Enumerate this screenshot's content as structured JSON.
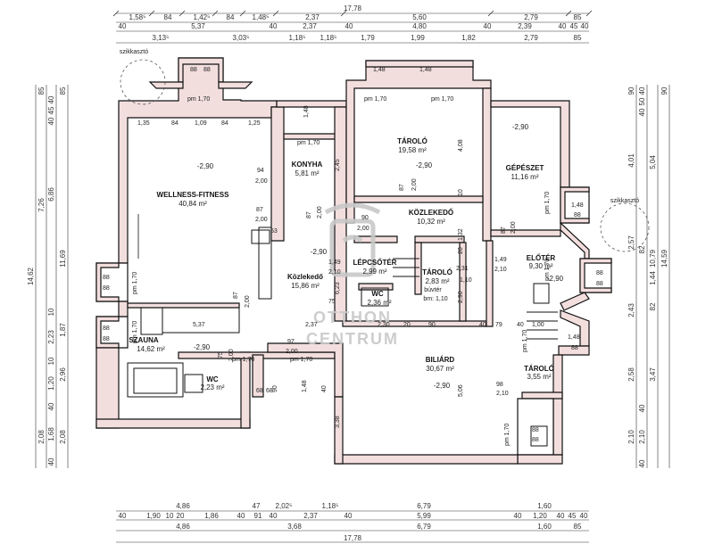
{
  "dims_top": {
    "total": "17,78",
    "row1": [
      "1,58⁵",
      "84",
      "1,42⁵",
      "84",
      "1,48⁵",
      "2,37",
      "5,60",
      "2,79",
      "85"
    ],
    "row2": [
      "40",
      "5,37",
      "40",
      "2,37",
      "40",
      "4,80",
      "40",
      "2,39",
      "40",
      "45",
      "40"
    ],
    "row3": [
      "3,13⁵",
      "3,03⁵",
      "1,18⁵",
      "1,18⁵",
      "1,79",
      "1,99",
      "1,82",
      "2,79",
      "85"
    ]
  },
  "dims_bottom": {
    "total": "17,78",
    "row1": [
      "4,86",
      "47",
      "2,02⁵",
      "1,18⁵",
      "6,79",
      "1,60"
    ],
    "row2": [
      "40",
      "1,90",
      "10",
      "20",
      "1,86",
      "40",
      "91",
      "40",
      "2,37",
      "40",
      "5,99",
      "40",
      "1,20",
      "40",
      "45",
      "40"
    ],
    "row3": [
      "4,86",
      "3,68",
      "6,79",
      "1,60",
      "85"
    ]
  },
  "dims_left": {
    "outer": "14,62",
    "a": [
      "85",
      "7,26",
      "11,69",
      "1,87",
      "2,08"
    ],
    "b": [
      "40",
      "45",
      "40",
      "6,86",
      "10",
      "2,23",
      "10",
      "1,20",
      "40",
      "1,68",
      "40"
    ],
    "c": [
      "85",
      "2,96",
      "2,08"
    ]
  },
  "dims_right": {
    "outer": "14,59",
    "a": [
      "90",
      "4,01",
      "2,57",
      "2,43",
      "2,58",
      "2,10"
    ],
    "b": [
      "40",
      "50",
      "40",
      "5,04",
      "10,79",
      "1,44",
      "82",
      "3,47",
      "40",
      "2,10",
      "40"
    ],
    "c": [
      "90",
      "82"
    ]
  },
  "rooms": [
    {
      "name": "WELLNESS-FITNESS",
      "area": "40,84 m²",
      "level": "-2,90"
    },
    {
      "name": "KONYHA",
      "area": "5,81 m²",
      "level": ""
    },
    {
      "name": "TÁROLÓ",
      "area": "19,58 m²",
      "level": "-2,90"
    },
    {
      "name": "GÉPÉSZET",
      "area": "11,16 m²",
      "level": "-2,90"
    },
    {
      "name": "KÖZLEKEDŐ",
      "area": "10,32 m²",
      "level": ""
    },
    {
      "name": "ELŐTÉR",
      "area": "9,30 m²",
      "level": "-2,90"
    },
    {
      "name": "LÉPCSŐTÉR",
      "area": "2,99 m²",
      "level": ""
    },
    {
      "name": "TÁROLÓ",
      "area": "2,83 m²",
      "level": ""
    },
    {
      "name": "Közlekedő",
      "area": "15,86 m²",
      "level": "-2,90"
    },
    {
      "name": "WC",
      "area": "2,36 m²",
      "level": ""
    },
    {
      "name": "SZAUNA",
      "area": "14,62 m²",
      "level": "-2,90"
    },
    {
      "name": "WC",
      "area": "2,23 m²",
      "level": ""
    },
    {
      "name": "BILIÁRD",
      "area": "30,67 m²",
      "level": "-2,90"
    },
    {
      "name": "TÁROLÓ",
      "area": "3,55 m²",
      "level": ""
    }
  ],
  "notes": {
    "szikkaszto1": "szikkasztó",
    "szikkaszto2": "szikkasztó",
    "buvoter": "búvtér",
    "buvoter_area": "bm: 1,10",
    "pm170": "pm 1,70",
    "d88": "88",
    "d148": "1,48",
    "watermark1": "OTTHON",
    "watermark2": "CENTRUM"
  },
  "labels": {
    "w1": "1,35",
    "w2": "84",
    "w3": "1,09",
    "w4": "84",
    "w5": "1,25",
    "k94": "94",
    "k200": "2,00",
    "k87": "87",
    "k200b": "2,00",
    "k245": "2,45",
    "k90": "90",
    "k200c": "2,00",
    "k87b": "87",
    "k200d": "2,00",
    "t408": "4,08",
    "t87": "87",
    "t200": "2,00",
    "t10": "10",
    "g290": "-2,90",
    "g87": "87",
    "g200": "2,00",
    "k132": "1,32",
    "k20": "20",
    "k231": "2,31",
    "k110": "1,10",
    "k290": "2,90",
    "l149": "1,49",
    "l210": "2,10",
    "l623": "6,23",
    "e149": "1,49",
    "e210": "2,10",
    "e170": "pm 1,70",
    "c53": "53",
    "c87": "87",
    "c200": "2,00",
    "c237": "2,37",
    "c75": "75",
    "c230": "2,30",
    "c20": "20",
    "c90": "90",
    "c40": "40",
    "c79": "79",
    "c40b": "40",
    "c100": "1,00",
    "s537": "5,37",
    "s97": "97",
    "s200": "2,00",
    "s75": "75",
    "s200b": "2,00",
    "b338": "3,38",
    "b506": "5,06",
    "b98": "98",
    "b210": "2,10",
    "p68": "68",
    "p68b": "68",
    "p40": "40",
    "p90": "90"
  }
}
